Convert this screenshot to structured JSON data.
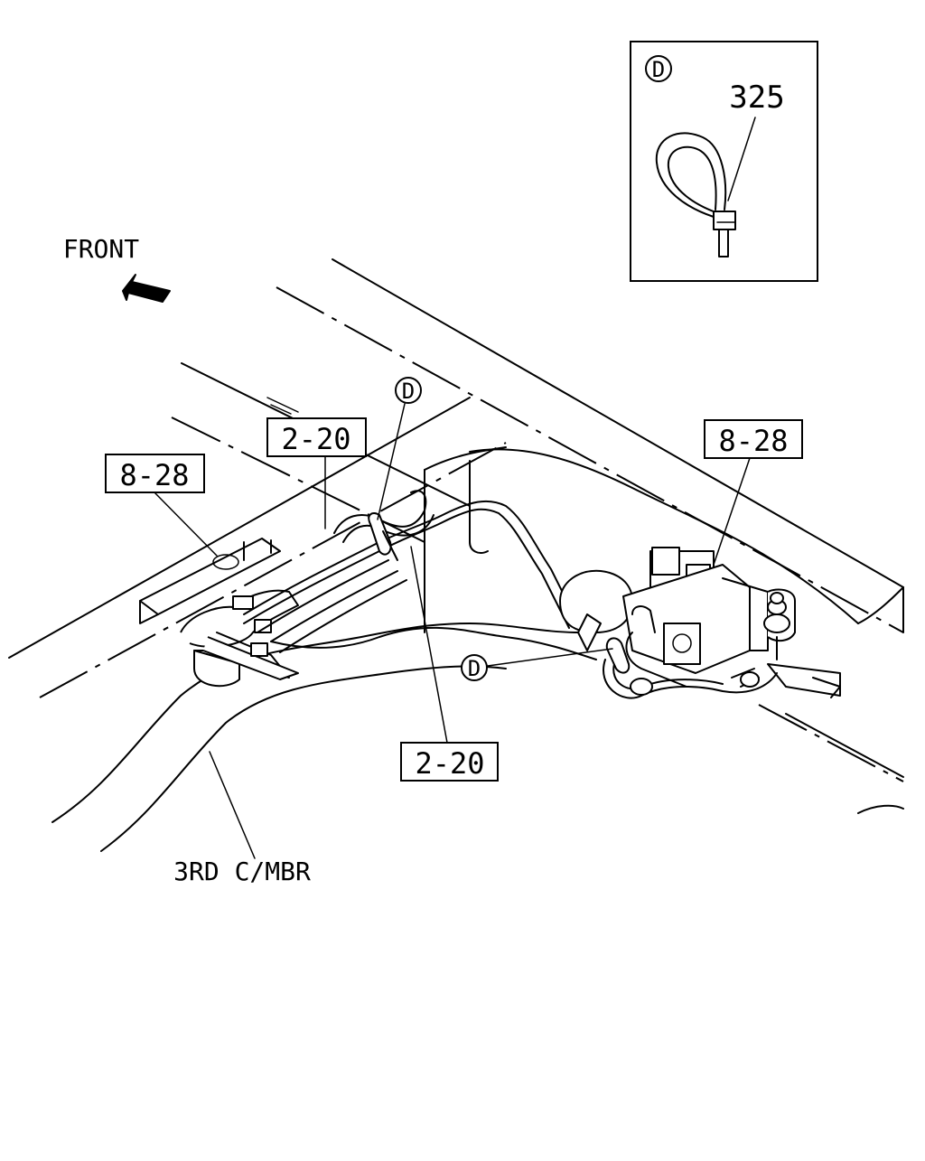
{
  "front_label": "FRONT",
  "callout_letter": "D",
  "detail_part_number": "325",
  "refs": {
    "ref_2_20_top": "2-20",
    "ref_2_20_bottom": "2-20",
    "ref_8_28_left": "8-28",
    "ref_8_28_right": "8-28"
  },
  "crossmember_label": "3RD C/MBR",
  "icons": [
    "front-arrow-icon",
    "cable-tie-icon"
  ]
}
